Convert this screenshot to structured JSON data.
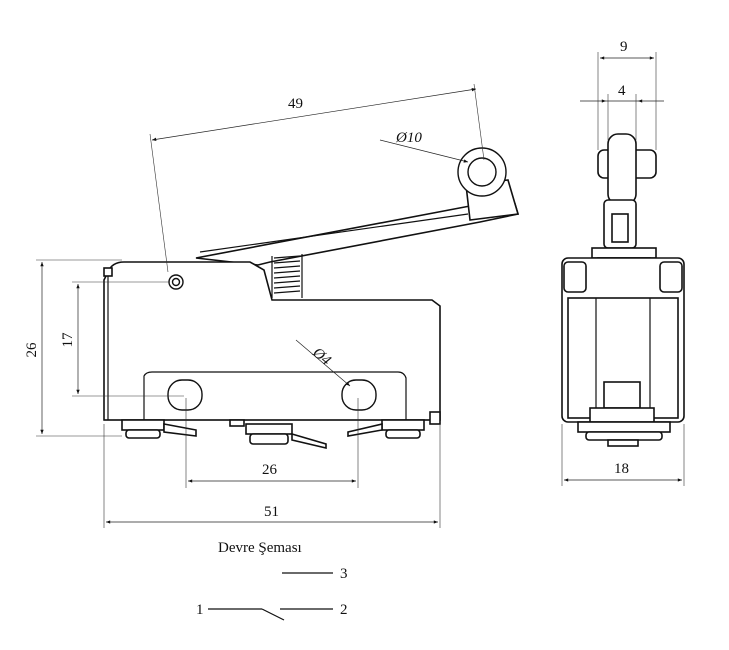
{
  "dimensions": {
    "lever_length": "49",
    "roller_diameter": "Ø10",
    "height_overall": "26",
    "hole_height": "17",
    "mount_hole_diameter": "Ø4",
    "hole_spacing": "26",
    "body_length": "51",
    "roller_width": "9",
    "roller_inner_width": "4",
    "body_width": "18"
  },
  "circuit": {
    "title": "Devre Şeması",
    "terminal_1": "1",
    "terminal_2": "2",
    "terminal_3": "3"
  }
}
